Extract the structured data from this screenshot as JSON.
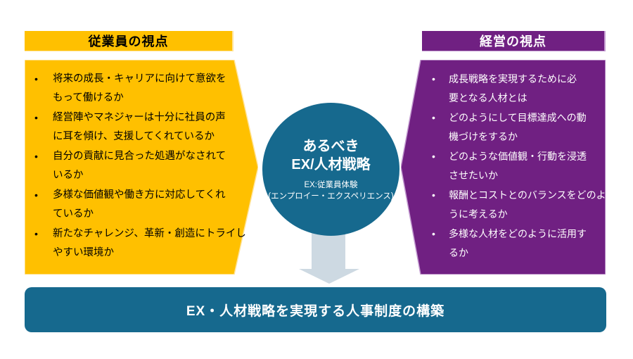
{
  "left_panel": {
    "header": "従業員の視点",
    "bullets": [
      [
        "将来の成長・キャリアに向けて意欲を",
        "もって働けるか"
      ],
      [
        "経営陣やマネジャーは十分に社員の声",
        "に耳を傾け、支援してくれているか"
      ],
      [
        "自分の貢献に見合った処遇がなされて",
        "いるか"
      ],
      [
        "多様な価値観や働き方に対応してくれ",
        "ているか"
      ],
      [
        "新たなチャレンジ、革新・創造にトライし",
        "やすい環境か"
      ]
    ]
  },
  "right_panel": {
    "header": "経営の視点",
    "bullets": [
      [
        "成長戦略を実現するために必",
        "要となる人材とは"
      ],
      [
        "どのようにして目標達成への動",
        "機づけをするか"
      ],
      [
        "どのような価値観・行動を浸透",
        "させたいか"
      ],
      [
        "報酬とコストとのバランスをどのよ",
        "うに考えるか"
      ],
      [
        "多様な人材をどのように活用す",
        "るか"
      ]
    ]
  },
  "center_circle": {
    "title_line1": "あるべき",
    "title_line2": "EX/人材戦略",
    "subtitle_line1": "EX:従業員体験",
    "subtitle_line2": "(エンプロイー・エクスペリエンス)"
  },
  "bottom_banner": {
    "label": "EX・人材戦略を実現する人事制度の構築"
  },
  "colors": {
    "amber": "#FFC000",
    "purple": "#702082",
    "teal": "#16698E",
    "arrow_fill": "#CDD9E2"
  }
}
